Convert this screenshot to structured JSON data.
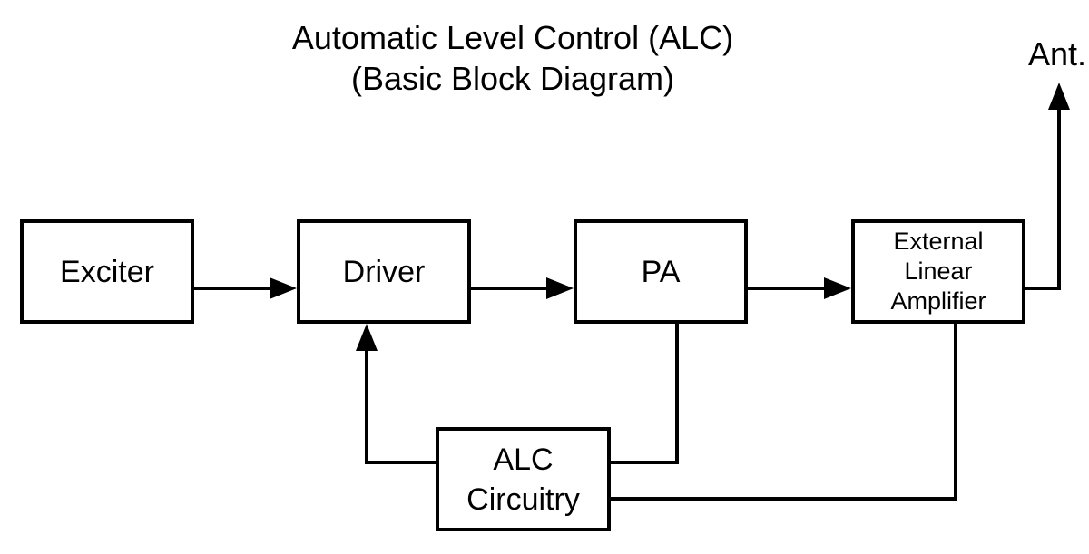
{
  "page": {
    "background_color": "#ffffff",
    "ink_color": "#000000"
  },
  "title": {
    "line1": "Automatic Level Control (ALC)",
    "line2": "(Basic Block Diagram)"
  },
  "antenna": {
    "label": "Ant."
  },
  "blocks": [
    {
      "id": "exciter",
      "label": "Exciter",
      "lines": [
        "Exciter"
      ]
    },
    {
      "id": "driver",
      "label": "Driver",
      "lines": [
        "Driver"
      ]
    },
    {
      "id": "pa",
      "label": "PA",
      "lines": [
        "PA"
      ]
    },
    {
      "id": "external-linear-amplifier",
      "label": "External Linear Amplifier",
      "lines": [
        "External",
        "Linear",
        "Amplifier"
      ]
    },
    {
      "id": "alc-circuitry",
      "label": "ALC Circuitry",
      "lines": [
        "ALC",
        "Circuitry"
      ]
    }
  ],
  "connections": [
    {
      "from": "Exciter",
      "to": "Driver",
      "style": "arrow"
    },
    {
      "from": "Driver",
      "to": "PA",
      "style": "arrow"
    },
    {
      "from": "PA",
      "to": "External Linear Amplifier",
      "style": "arrow"
    },
    {
      "from": "External Linear Amplifier",
      "to": "Ant.",
      "style": "arrow"
    },
    {
      "from": "ALC Circuitry",
      "to": "Driver",
      "style": "arrow"
    },
    {
      "from": "PA",
      "to": "ALC Circuitry",
      "style": "plain-line"
    },
    {
      "from": "External Linear Amplifier",
      "to": "ALC Circuitry",
      "style": "plain-line"
    }
  ]
}
